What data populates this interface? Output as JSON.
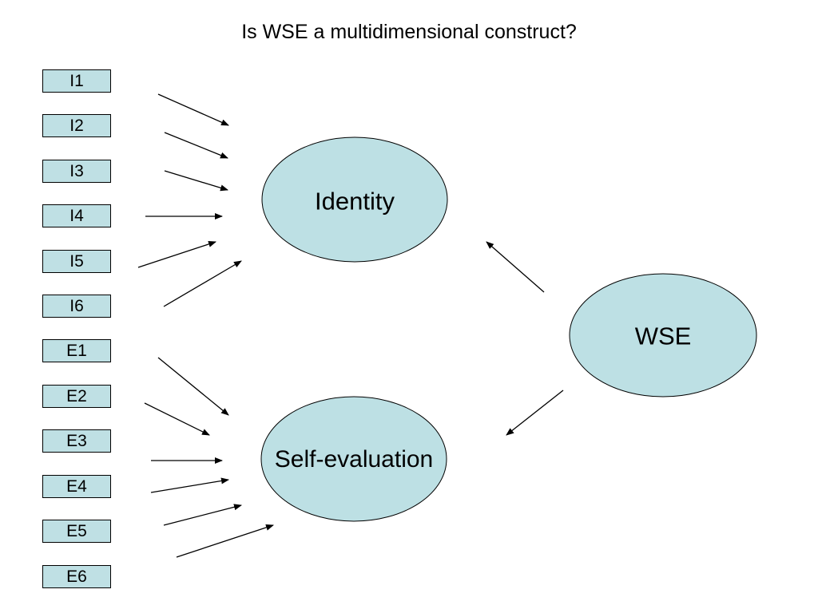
{
  "title": "Is WSE a multidimensional construct?",
  "colors": {
    "node_fill": "#bde0e4",
    "box_fill": "#bfe0e4",
    "stroke": "#000000"
  },
  "indicators": [
    {
      "label": "I1",
      "target": "identity"
    },
    {
      "label": "I2",
      "target": "identity"
    },
    {
      "label": "I3",
      "target": "identity"
    },
    {
      "label": "I4",
      "target": "identity"
    },
    {
      "label": "I5",
      "target": "identity"
    },
    {
      "label": "I6",
      "target": "identity"
    },
    {
      "label": "E1",
      "target": "self-evaluation"
    },
    {
      "label": "E2",
      "target": "self-evaluation"
    },
    {
      "label": "E3",
      "target": "self-evaluation"
    },
    {
      "label": "E4",
      "target": "self-evaluation"
    },
    {
      "label": "E5",
      "target": "self-evaluation"
    },
    {
      "label": "E6",
      "target": "self-evaluation"
    }
  ],
  "nodes": {
    "identity": {
      "label": "Identity"
    },
    "self_evaluation": {
      "label": "Self-evaluation"
    },
    "wse": {
      "label": "WSE"
    }
  }
}
